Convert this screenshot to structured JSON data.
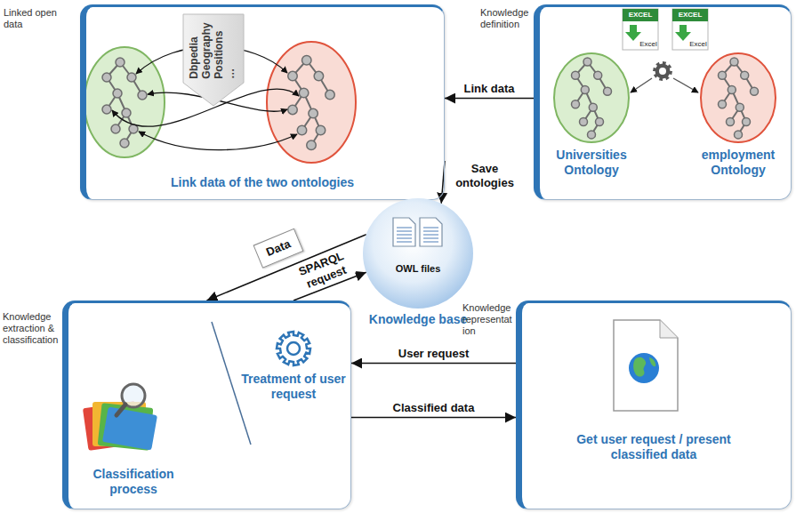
{
  "diagram": {
    "nodes": [
      {
        "text": [
          "Linked open data",
          "Link data of the two ontologies"
        ]
      },
      {
        "text": [
          "Dbpedia Geography Positions …"
        ],
        "in": 0
      },
      {
        "text": [
          "Knowledge definition"
        ]
      },
      {
        "text": [
          "Universities Ontology"
        ],
        "in": 2
      },
      {
        "text": [
          "employment Ontology"
        ],
        "in": 2
      },
      {
        "text": [
          "OWL files",
          "Knowledge base"
        ]
      },
      {
        "text": [
          "Knowledge extraction & classification",
          "Classification process",
          "Treatment of user request"
        ]
      },
      {
        "text": [
          "Knowledge representation",
          "Get user request / present classified data"
        ]
      }
    ],
    "edges": [
      {
        "from": 2,
        "to": 0,
        "arrow": "to",
        "label": "Link data"
      },
      {
        "from": 0,
        "to": 5,
        "arrow": "to",
        "label": "Save ontologies"
      },
      {
        "from": 5,
        "to": 6,
        "arrow": "to",
        "label": "Data"
      },
      {
        "from": 6,
        "to": 5,
        "arrow": "to",
        "label": "SPARQL request"
      },
      {
        "from": 7,
        "to": 6,
        "arrow": "to",
        "label": "User request"
      },
      {
        "from": 6,
        "to": 7,
        "arrow": "to",
        "label": "Classified data"
      }
    ],
    "labels": [
      "EXCEL",
      "Excel",
      "EXCEL",
      "Excel"
    ]
  }
}
